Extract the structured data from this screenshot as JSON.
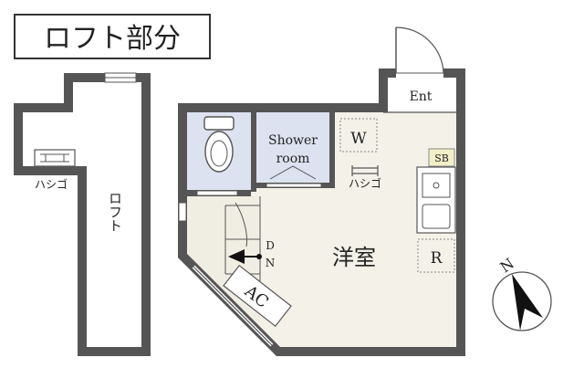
{
  "title": "ロフト部分",
  "rooms": {
    "loft": "ロフト",
    "ladder_left": "ハシゴ",
    "ladder_right": "ハシゴ",
    "entrance": "Ent",
    "shower_line1": "Shower",
    "shower_line2": "room",
    "closet": "W",
    "shoe_box": "SB",
    "fridge": "R",
    "main_room": "洋室",
    "down_d": "D",
    "down_n": "N",
    "aircon": "AC"
  },
  "compass": {
    "north": "N"
  },
  "colors": {
    "wall": "#555555",
    "wet_area": "#dde2f0",
    "floor_room": "#f3f1e8",
    "floor_lower": "#f0ede2",
    "shoe_box_fill": "#f2f0c8",
    "background": "#ffffff"
  }
}
